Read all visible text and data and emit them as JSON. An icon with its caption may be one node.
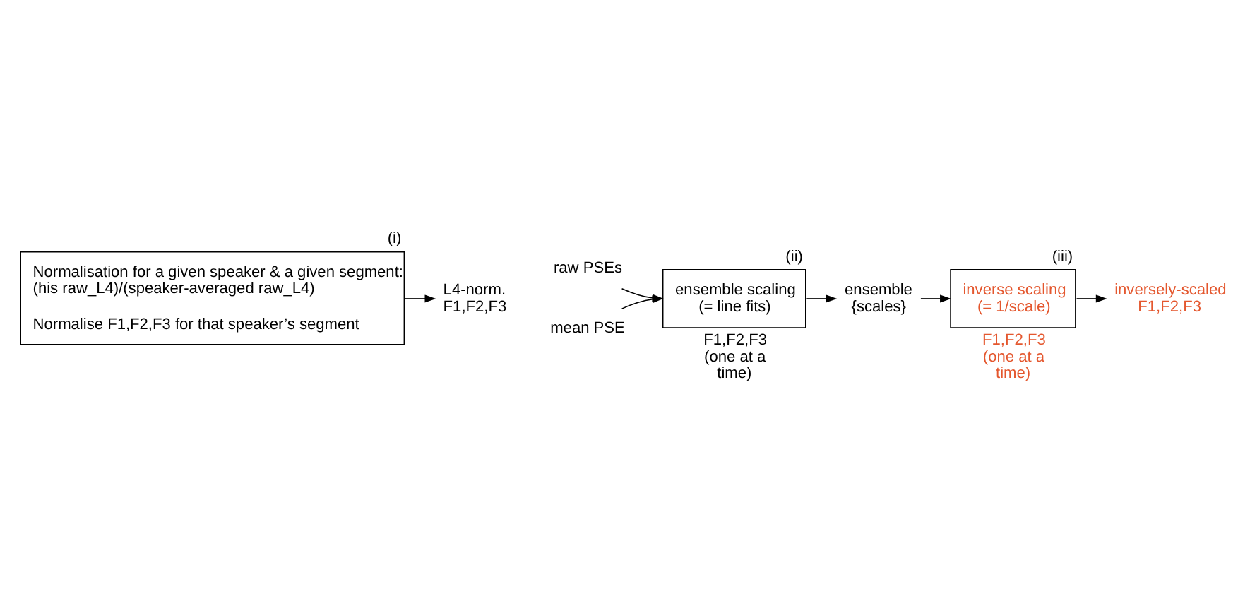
{
  "diagram": {
    "nodes": [
      {
        "text": [
          "Normalisation for a given speaker & a given segment: (his raw_L4)/(speaker-averaged raw_L4)",
          "Normalise F1,F2,F3 for that speaker’s segment"
        ],
        "beside": [
          "(i)"
        ]
      },
      {
        "text": [
          "L4-norm. F1,F2,F3"
        ]
      },
      {
        "text": [
          "raw PSEs"
        ]
      },
      {
        "text": [
          "mean PSE"
        ]
      },
      {
        "text": [
          "ensemble scaling (= line fits)"
        ],
        "beside": [
          "(ii)",
          "F1,F2,F3 (one at a time)"
        ]
      },
      {
        "text": [
          "ensemble {scales}"
        ]
      },
      {
        "text": [
          "inverse scaling (= 1/scale)"
        ],
        "beside": [
          "(iii)",
          "F1,F2,F3 (one at a time)"
        ]
      },
      {
        "text": [
          "inversely-scaled F1,F2,F3"
        ]
      }
    ],
    "edges": [
      {
        "from": 0,
        "to": 1,
        "arrow": "to"
      },
      {
        "from": 2,
        "to": 4,
        "arrow": "to"
      },
      {
        "from": 3,
        "to": 4,
        "arrow": "to"
      },
      {
        "from": 4,
        "to": 5,
        "arrow": "to"
      },
      {
        "from": 5,
        "to": 6,
        "arrow": "to"
      },
      {
        "from": 6,
        "to": 7,
        "arrow": "to"
      }
    ]
  }
}
